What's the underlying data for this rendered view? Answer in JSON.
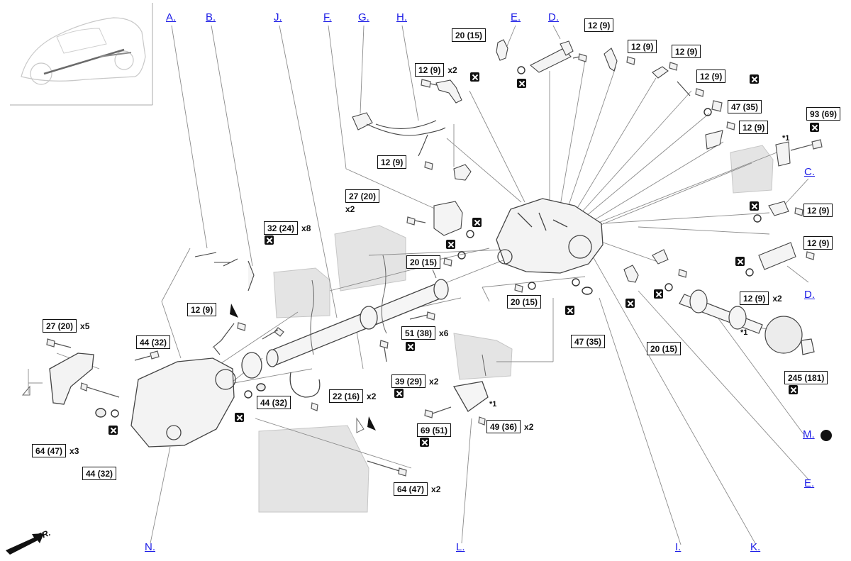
{
  "links": {
    "A": "A.",
    "B": "B.",
    "J": "J.",
    "F": "F.",
    "G": "G.",
    "H": "H.",
    "E_top": "E.",
    "D_top": "D.",
    "C": "C.",
    "D_right": "D.",
    "M": "M.",
    "E_right": "E.",
    "N": "N.",
    "L": "L.",
    "I": "I.",
    "K": "K."
  },
  "torques": {
    "t20_15_sensor": {
      "value": "20 (15)"
    },
    "t12_9_x2_bracket": {
      "value": "12 (9)",
      "qty": "x2"
    },
    "t12_9_d": {
      "value": "12 (9)"
    },
    "t12_9_b1": {
      "value": "12 (9)"
    },
    "t12_9_b2": {
      "value": "12 (9)"
    },
    "t12_9_b3": {
      "value": "12 (9)"
    },
    "t47_35_top": {
      "value": "47 (35)"
    },
    "t12_9_b4": {
      "value": "12 (9)"
    },
    "t93_69": {
      "value": "93 (69)"
    },
    "t12_9_harness": {
      "value": "12 (9)"
    },
    "t27_20_x2": {
      "value": "27 (20)",
      "qty": "x2"
    },
    "t12_9_c": {
      "value": "12 (9)"
    },
    "t12_9_d2": {
      "value": "12 (9)"
    },
    "t32_24_x8": {
      "value": "32 (24)",
      "qty": "x8"
    },
    "t20_15_left": {
      "value": "20 (15)"
    },
    "t20_15_drain": {
      "value": "20 (15)"
    },
    "t12_9_x2_mid": {
      "value": "12 (9)",
      "qty": "x2"
    },
    "t12_9_pipe": {
      "value": "12 (9)"
    },
    "t51_38_x6": {
      "value": "51 (38)",
      "qty": "x6"
    },
    "t47_35_mid": {
      "value": "47 (35)"
    },
    "t20_15_e": {
      "value": "20 (15)"
    },
    "t27_20_x5": {
      "value": "27 (20)",
      "qty": "x5"
    },
    "t44_32_a": {
      "value": "44 (32)"
    },
    "t39_29_x2": {
      "value": "39 (29)",
      "qty": "x2"
    },
    "t44_32_b": {
      "value": "44 (32)"
    },
    "t22_16_x2": {
      "value": "22 (16)",
      "qty": "x2"
    },
    "t245_181": {
      "value": "245 (181)"
    },
    "t69_51": {
      "value": "69 (51)"
    },
    "t49_36_x2": {
      "value": "49 (36)",
      "qty": "x2"
    },
    "t64_47_x3": {
      "value": "64 (47)",
      "qty": "x3"
    },
    "t44_32_c": {
      "value": "44 (32)"
    },
    "t64_47_x2": {
      "value": "64 (47)",
      "qty": "x2"
    }
  },
  "annotations": {
    "star1": "*1",
    "front_arrow": "FR."
  },
  "icons": {
    "replace": "replace-part-x-icon",
    "dot": "black-dot-icon"
  },
  "colors": {
    "link": "#1a1ae6",
    "line": "#8a8a8a",
    "gray_block": "#e4e4e4"
  }
}
